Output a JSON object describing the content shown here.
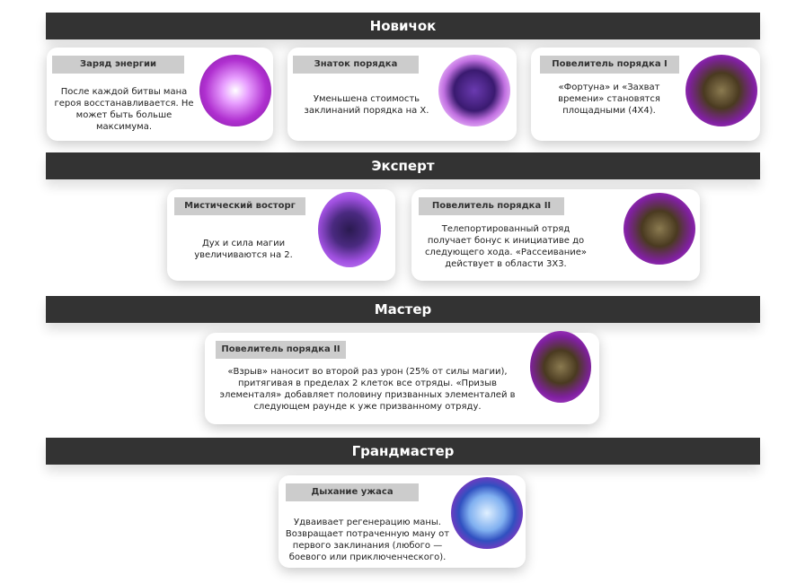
{
  "tiers": [
    {
      "title": "Новичок",
      "cards": [
        {
          "name": "Заряд энергии",
          "desc": "После каждой битвы мана героя восстанавливается. Не может быть больше максимума.",
          "icon": "meditation-icon"
        },
        {
          "name": "Знаток порядка",
          "desc": "Уменьшена стоимость заклинаний порядка на X.",
          "icon": "orb-icon"
        },
        {
          "name": "Повелитель порядка I",
          "desc": "«Фортуна» и «Захват времени» становятся площадными (4X4).",
          "icon": "book-icon"
        }
      ]
    },
    {
      "title": "Эксперт",
      "cards": [
        {
          "name": "Мистический восторг",
          "desc": "Дух и сила магии увеличиваются на 2.",
          "icon": "fist-icon"
        },
        {
          "name": "Повелитель порядка II",
          "desc": "Телепортированный отряд получает бонус к инициативе до следующего хода. «Рассеивание» действует в области 3X3.",
          "icon": "book-icon"
        }
      ]
    },
    {
      "title": "Мастер",
      "cards": [
        {
          "name": "Повелитель порядка II",
          "desc": "«Взрыв» наносит во второй раз урон (25% от силы магии), притягивая в пределах 2 клеток все отряды. «Призыв элементаля» добавляет половину призванных элементалей в следующем раунде к уже призванному отряду.",
          "icon": "book-icon"
        }
      ]
    },
    {
      "title": "Грандмастер",
      "cards": [
        {
          "name": "Дыхание ужаса",
          "desc": "Удваивает регенерацию маны. Возвращает потраченную ману от первого заклинания (любого — боевого или приключенческого).",
          "icon": "moon-icon"
        }
      ]
    }
  ]
}
